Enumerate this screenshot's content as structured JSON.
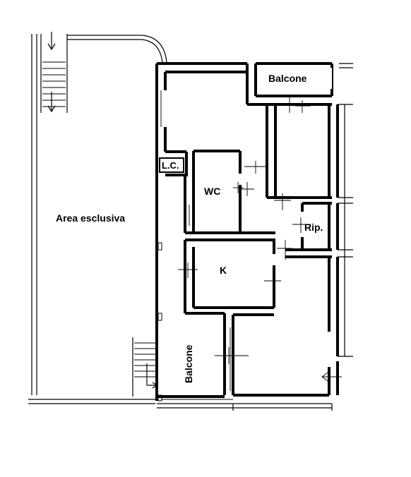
{
  "labels": {
    "area": "Area esclusiva",
    "balcone_top": "Balcone",
    "lc": "L.C.",
    "wc": "WC",
    "rip": "Rip.",
    "k": "K",
    "balcone_bottom": "Balcone"
  }
}
